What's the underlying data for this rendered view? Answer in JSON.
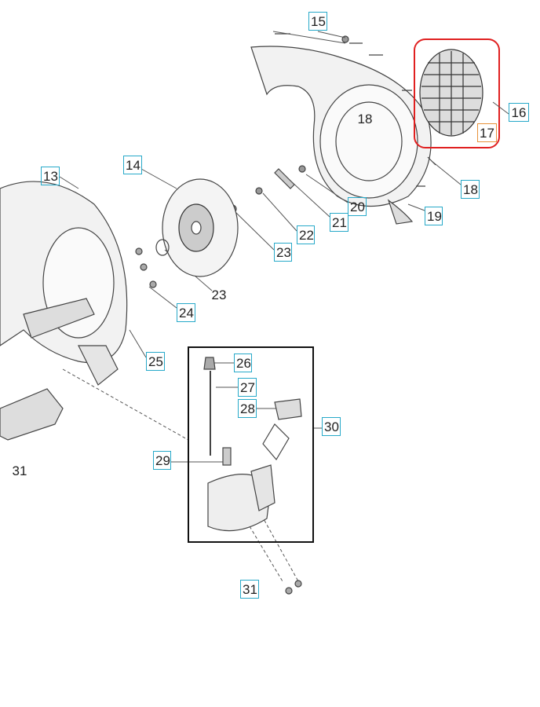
{
  "diagram": {
    "callouts": {
      "c13": "13",
      "c14": "14",
      "c15": "15",
      "c16": "16",
      "c17": "17",
      "c18_inner": "18",
      "c18": "18",
      "c19": "19",
      "c20": "20",
      "c21": "21",
      "c22": "22",
      "c23_boxed": "23",
      "c23": "23",
      "c24": "24",
      "c25": "25",
      "c26": "26",
      "c27": "27",
      "c28": "28",
      "c29": "29",
      "c30": "30",
      "c31_boxed": "31",
      "c31": "31"
    },
    "colors": {
      "callout_border": "#27a9c9",
      "highlight": "#e02020",
      "highlight_label_border": "#e8913a"
    }
  }
}
